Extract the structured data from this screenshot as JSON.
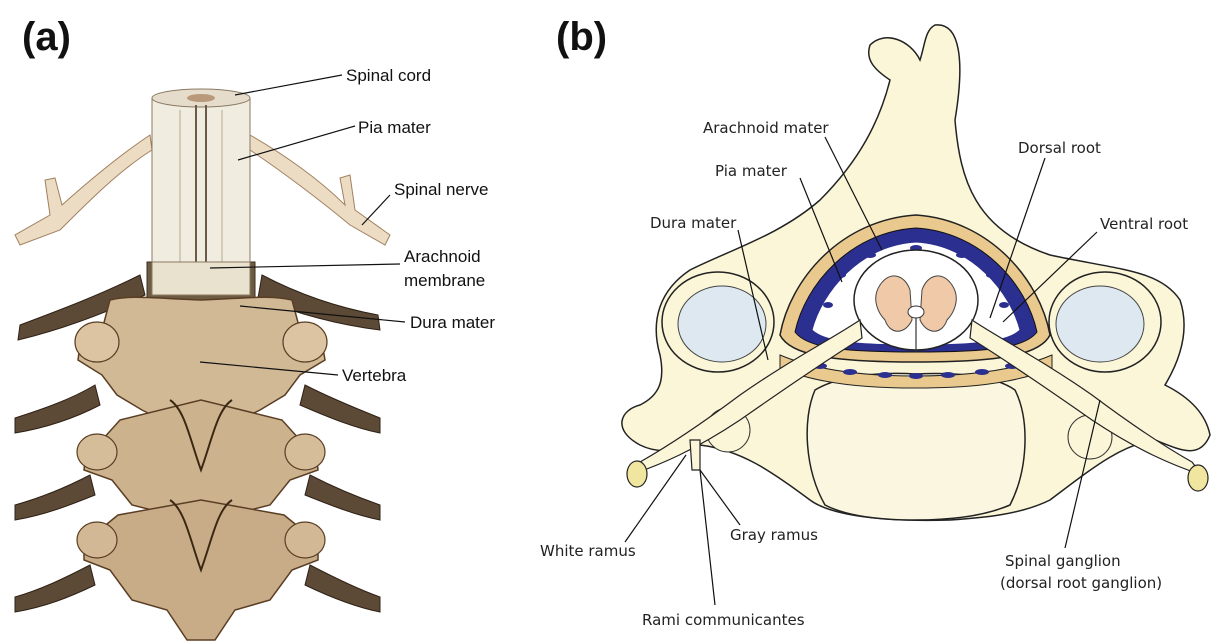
{
  "panel_a": {
    "label": "(a)",
    "labels": {
      "spinal_cord": "Spinal cord",
      "pia_mater": "Pia mater",
      "spinal_nerve": "Spinal nerve",
      "arachnoid_1": "Arachnoid",
      "arachnoid_2": "membrane",
      "dura_mater": "Dura mater",
      "vertebra": "Vertebra"
    }
  },
  "panel_b": {
    "label": "(b)",
    "labels": {
      "arachnoid_mater": "Arachnoid mater",
      "pia_mater": "Pia mater",
      "dura_mater": "Dura mater",
      "dorsal_root": "Dorsal root",
      "ventral_root": "Ventral root",
      "white_ramus": "White ramus",
      "gray_ramus": "Gray ramus",
      "rami_communicantes": "Rami communicantes",
      "spinal_ganglion_1": "Spinal ganglion",
      "spinal_ganglion_2": "(dorsal root ganglion)"
    }
  },
  "colors": {
    "bone_a": "#c9ae8c",
    "bone_a_dark": "#6b4a2e",
    "nerve_a": "#e8d8c0",
    "bone_b": "#fbf6d8",
    "meninges_b": "#2b2f8f",
    "cord_b": "#f0c9a8"
  }
}
